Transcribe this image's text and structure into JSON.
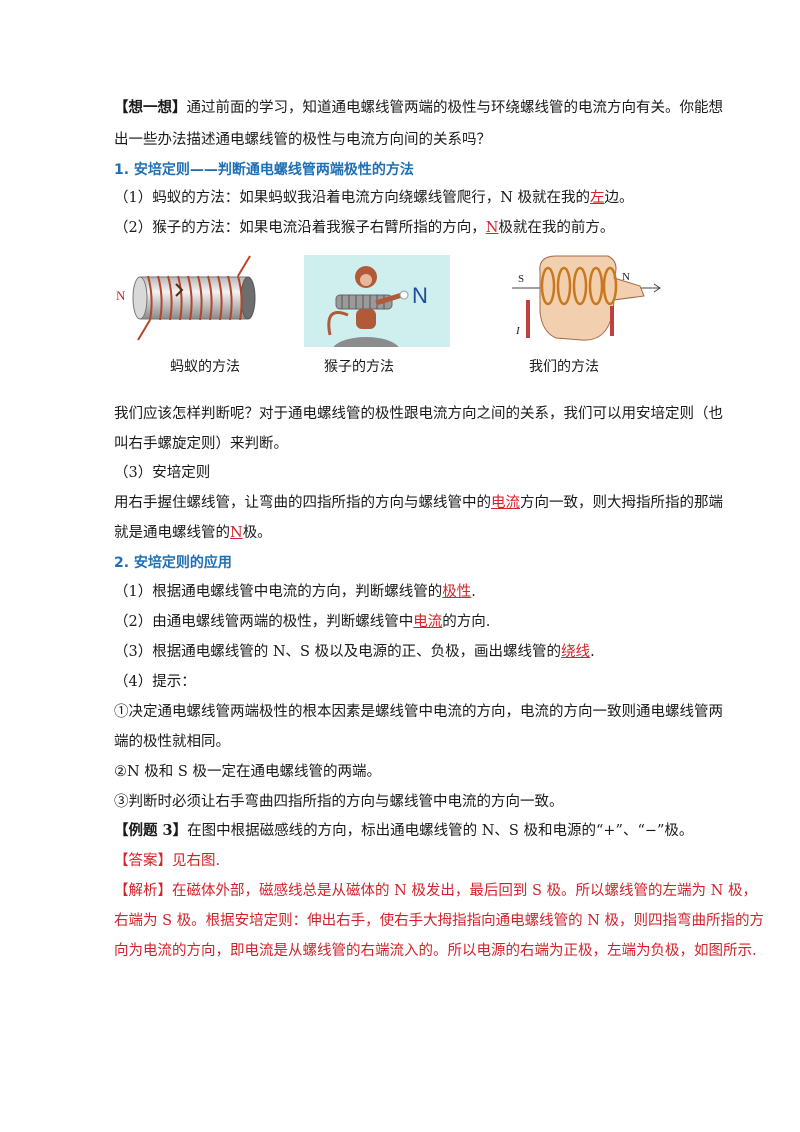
{
  "think": {
    "tag": "【想一想】",
    "line1": "通过前面的学习，知道通电螺线管两端的极性与环绕螺线管的电流方向有关。你能想",
    "line2": "出一些办法描述通电螺线管的极性与电流方向间的关系吗？"
  },
  "section1": {
    "heading": "1. 安培定则——判断通电螺线管两端极性的方法",
    "ant": {
      "pre": "（1）蚂蚁的方法：如果蚂蚁我沿着电流方向绕螺线管爬行，N 极就在我的",
      "answer": "左",
      "post": "边。"
    },
    "monkey": {
      "pre": "（2）猴子的方法：如果电流沿着我猴子右臂所指的方向，",
      "answer": "N",
      "post": "极就在我的前方。"
    }
  },
  "figures": {
    "ant_label_n": "N",
    "ant_caption": "蚂蚁的方法",
    "monkey_label_n": "N",
    "monkey_caption": "猴子的方法",
    "hand_label_s": "S",
    "hand_label_n": "N",
    "hand_label_i": "I",
    "hand_caption": "我们的方法"
  },
  "para1": {
    "line1": "我们应该怎样判断呢？对于通电螺线管的极性跟电流方向之间的关系，我们可以用安培定则（也",
    "line2": "叫右手螺旋定则）来判断。"
  },
  "rule": {
    "label": "（3）安培定则",
    "line1_pre": "用右手握住螺线管，让弯曲的四指所指的方向与螺线管中的",
    "line1_answer": "电流",
    "line1_post": "方向一致，则大拇指所指的那端",
    "line2_pre": "就是通电螺线管的",
    "line2_answer": "N",
    "line2_post": "极。"
  },
  "section2": {
    "heading": "2. 安培定则的应用",
    "item1_pre": "（1）根据通电螺线管中电流的方向，判断螺线管的",
    "item1_answer": "极性",
    "item1_post": ".",
    "item2_pre": "（2）由通电螺线管两端的极性，判断螺线管中",
    "item2_answer": "电流",
    "item2_post": "的方向.",
    "item3_pre": "（3）根据通电螺线管的 N、S 极以及电源的正、负极，画出螺线管的",
    "item3_answer": "绕线",
    "item3_post": ".",
    "item4": "（4）提示：",
    "tip1_line1": "①决定通电螺线管两端极性的根本因素是螺线管中电流的方向，电流的方向一致则通电螺线管两",
    "tip1_line2": "端的极性就相同。",
    "tip2": "②N 极和 S 极一定在通电螺线管的两端。",
    "tip3": "③判断时必须让右手弯曲四指所指的方向与螺线管中电流的方向一致。"
  },
  "example": {
    "tag": "【例题 3】",
    "text": "在图中根据磁感线的方向，标出通电螺线管的 N、S 极和电源的“+”、“−”极。",
    "answer_tag": "【答案】",
    "answer_text": "见右图.",
    "analysis_tag": "【解析】",
    "analysis_line1": "在磁体外部，磁感线总是从磁体的 N 极发出，最后回到 S 极。所以螺线管的左端为 N 极，",
    "analysis_line2": "右端为 S 极。根据安培定则：伸出右手，使右手大拇指指向通电螺线管的 N 极，则四指弯曲所指的方",
    "analysis_line3": "向为电流的方向，即电流是从螺线管的右端流入的。所以电源的右端为正极，左端为负极，如图所示."
  }
}
